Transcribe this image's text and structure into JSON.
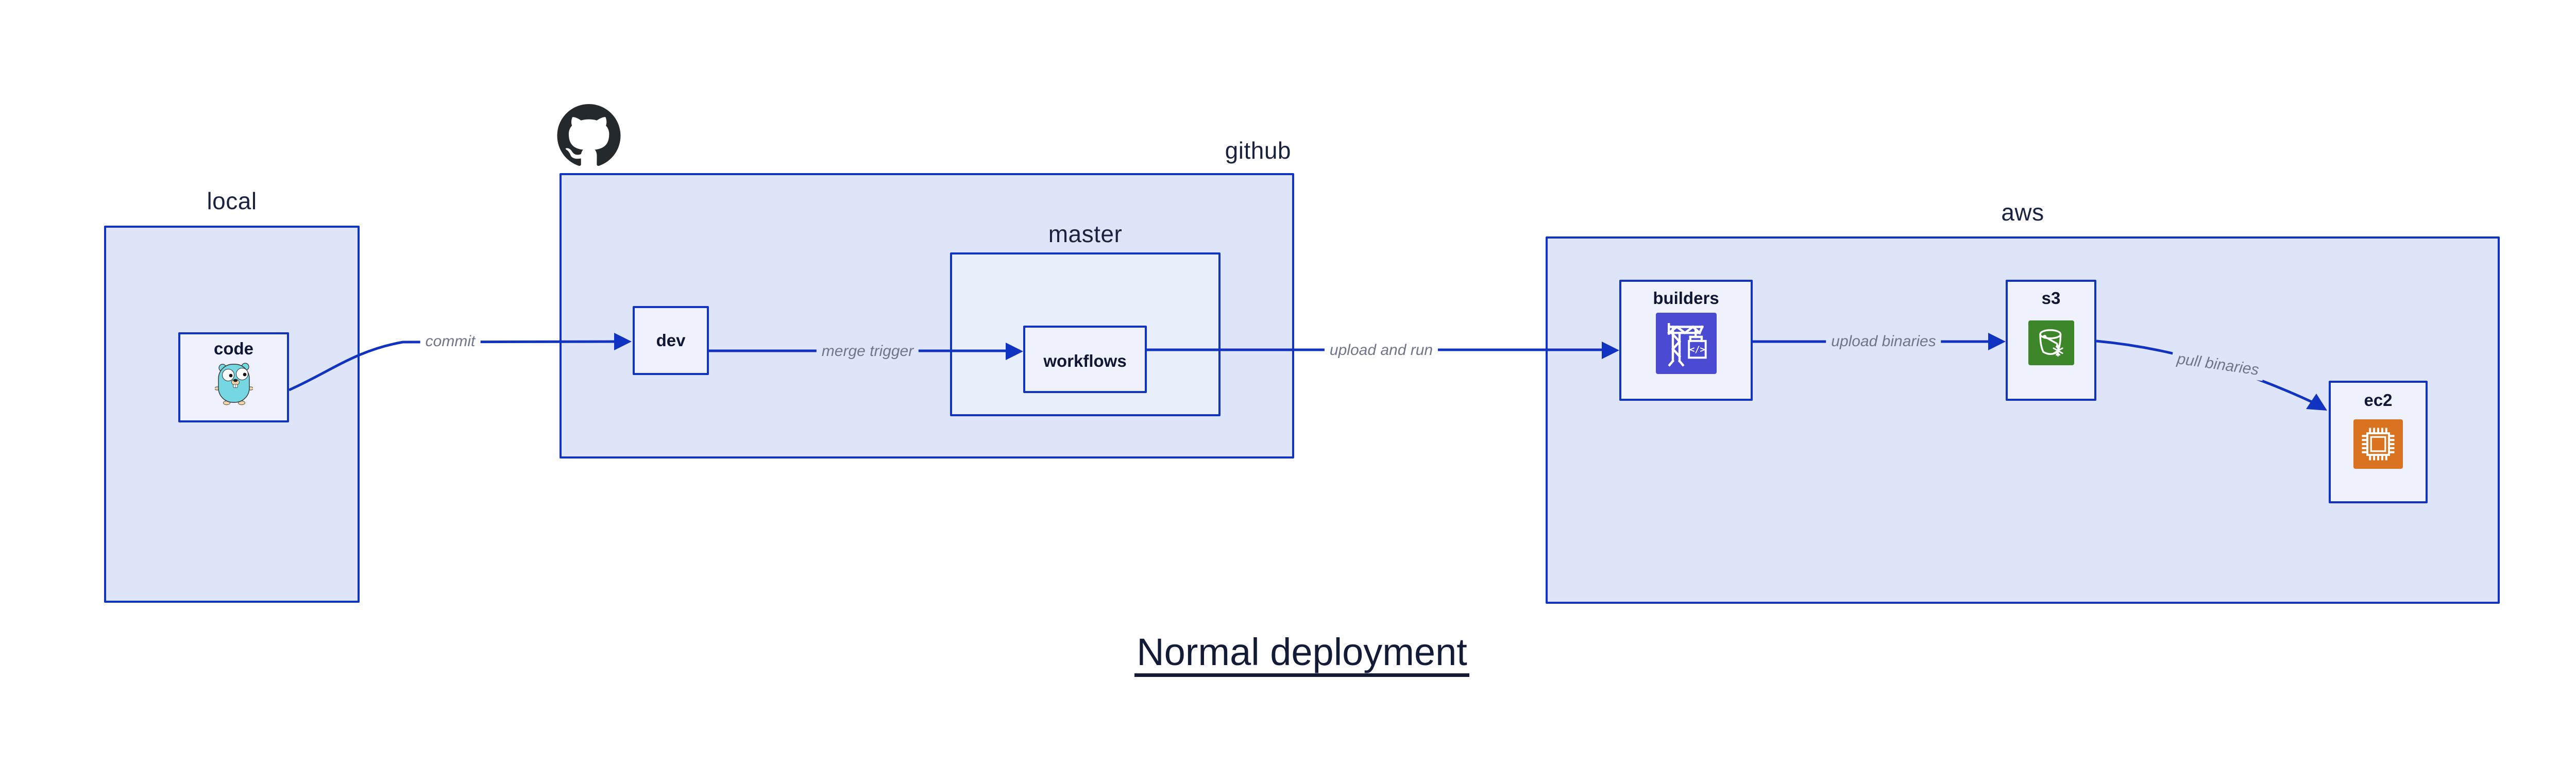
{
  "diagram": {
    "title": "Normal deployment",
    "containers": {
      "local": {
        "label": "local"
      },
      "github": {
        "label": "github",
        "logo_icon": "github-octocat-icon"
      },
      "master": {
        "label": "master"
      },
      "aws": {
        "label": "aws"
      }
    },
    "nodes": {
      "code": {
        "label": "code",
        "icon": "go-gopher-icon"
      },
      "dev": {
        "label": "dev"
      },
      "workflows": {
        "label": "workflows"
      },
      "builders": {
        "label": "builders",
        "icon": "construction-crane-icon"
      },
      "s3": {
        "label": "s3",
        "icon": "bucket-snowflake-icon"
      },
      "ec2": {
        "label": "ec2",
        "icon": "processor-chip-icon"
      }
    },
    "edges": {
      "commit": {
        "label": "commit",
        "from": "code",
        "to": "dev"
      },
      "merge_trigger": {
        "label": "merge trigger",
        "from": "dev",
        "to": "workflows"
      },
      "upload_and_run": {
        "label": "upload and run",
        "from": "workflows",
        "to": "builders"
      },
      "upload_binaries": {
        "label": "upload binaries",
        "from": "builders",
        "to": "s3"
      },
      "pull_binaries": {
        "label": "pull binaries",
        "from": "s3",
        "to": "ec2"
      }
    },
    "colors": {
      "stroke_blue": "#1133c1",
      "container_fill": "#dfe5f9",
      "master_fill": "#e9eefb",
      "node_fill": "#eff2fc",
      "edge_label_gray": "#70768a",
      "text_navy": "#141b36",
      "builders_icon_bg": "#4a4ad2",
      "s3_icon_bg": "#3d8629",
      "ec2_icon_bg": "#d9731f",
      "octocat_black": "#24292e",
      "gopher_teal": "#74d7e2"
    }
  }
}
